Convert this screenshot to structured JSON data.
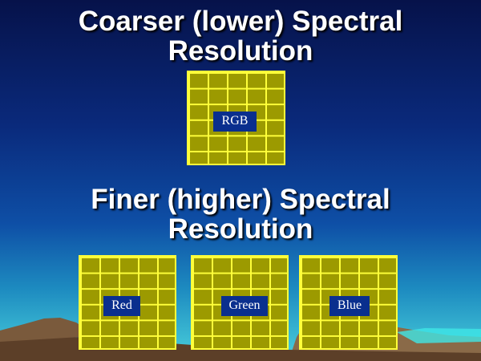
{
  "slide": {
    "title_top": [
      "Coarser (lower) Spectral",
      "Resolution"
    ],
    "title_bottom": [
      "Finer (higher) Spectral",
      "Resolution"
    ]
  },
  "grids": [
    {
      "id": "rgb",
      "label": "RGB"
    },
    {
      "id": "red",
      "label": "Red"
    },
    {
      "id": "green",
      "label": "Green"
    },
    {
      "id": "blue",
      "label": "Blue"
    }
  ],
  "colors": {
    "background_top": "#06124a",
    "background_bottom": "#4ad1dc",
    "grid_line": "#ffff3a",
    "grid_fill": "#9c9a00",
    "label_fill": "#0a2f8e",
    "title_text": "#ffffff"
  }
}
